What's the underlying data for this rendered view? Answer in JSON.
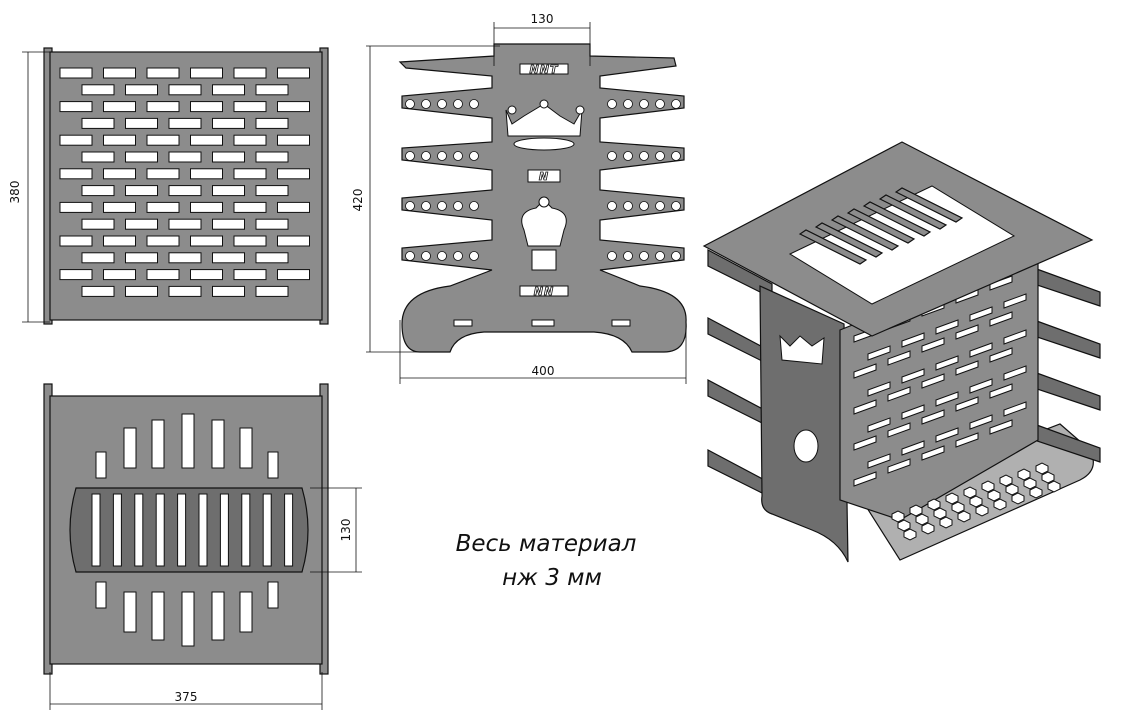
{
  "dimensions": {
    "front_height": "380",
    "side_slot_width": "130",
    "side_height": "420",
    "side_width": "400",
    "bottom_slot_height": "130",
    "bottom_width": "375"
  },
  "emblems": {
    "top": "NNT",
    "middle": "N",
    "bottom": "NN"
  },
  "note": {
    "line1": "Весь материал",
    "line2": "нж 3 мм"
  },
  "colors": {
    "steel": "#8c8c8c",
    "steel_dark": "#6e6e6e",
    "steel_light": "#b0b0b0",
    "outline": "#111111"
  }
}
